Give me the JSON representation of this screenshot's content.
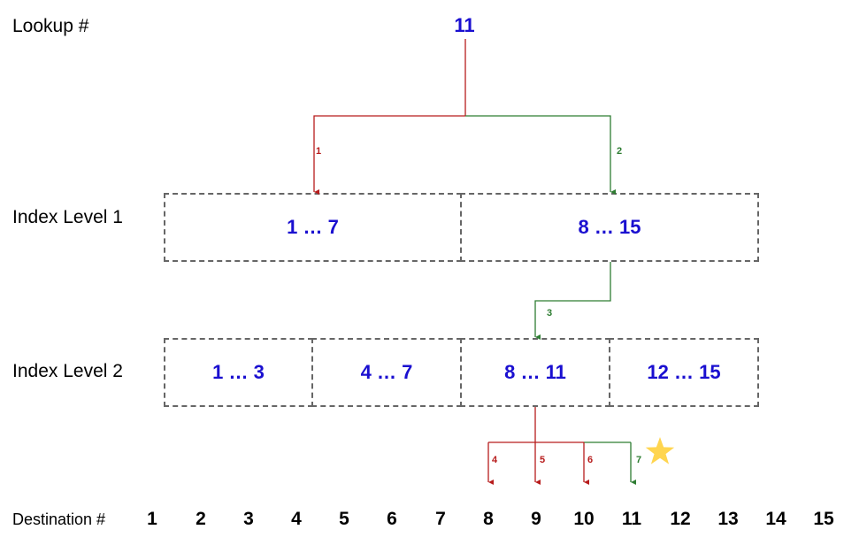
{
  "labels": {
    "lookup": "Lookup #",
    "level1": "Index Level 1",
    "level2": "Index Level 2",
    "destination": "Destination #"
  },
  "lookup_value": "11",
  "level1_boxes": [
    "1 … 7",
    "8 … 15"
  ],
  "level2_boxes": [
    "1 … 3",
    "4 … 7",
    "8 … 11",
    "12 … 15"
  ],
  "destinations": [
    "1",
    "2",
    "3",
    "4",
    "5",
    "6",
    "7",
    "8",
    "9",
    "10",
    "11",
    "12",
    "13",
    "14",
    "15"
  ],
  "steps": [
    "1",
    "2",
    "3",
    "4",
    "5",
    "6",
    "7"
  ],
  "colors": {
    "miss": "#b71c1c",
    "hit": "#2e7d32",
    "range_text": "#1a0fd0",
    "star": "#ffd54f"
  }
}
